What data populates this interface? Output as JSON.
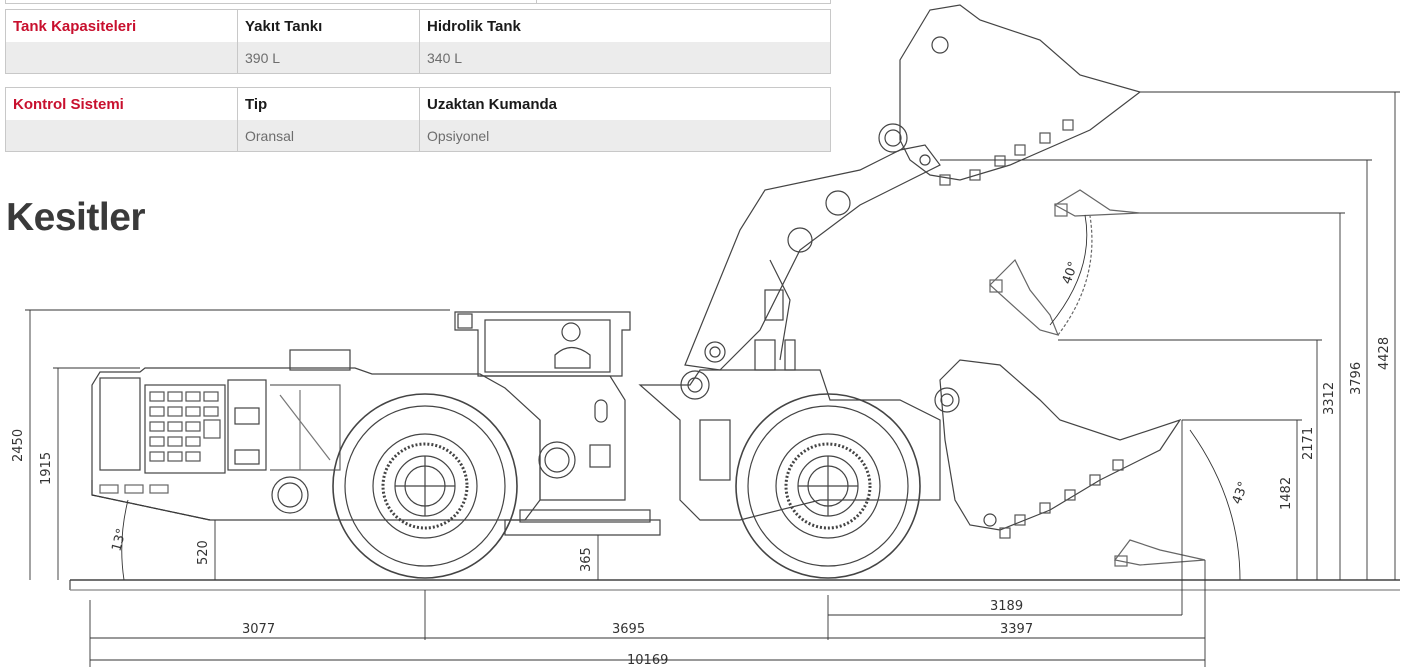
{
  "tables": [
    {
      "title": "Tank Kapasiteleri",
      "col1_header": "Yakıt Tankı",
      "col2_header": "Hidrolik Tank",
      "col1_value": "390 L",
      "col2_value": "340 L"
    },
    {
      "title": "Kontrol Sistemi",
      "col1_header": "Tip",
      "col2_header": "Uzaktan Kumanda",
      "col1_value": "Oransal",
      "col2_value": "Opsiyonel"
    }
  ],
  "section_title": "Kesitler",
  "dimensions": {
    "height_total": "2450",
    "height_cab": "1915",
    "ground_clearance_rear": "520",
    "ground_clearance_mid": "365",
    "rear_angle": "13°",
    "length_rear": "3077",
    "wheelbase": "3695",
    "length_front": "3397",
    "reach": "3189",
    "length_overall": "10169",
    "dump_height_high": "4428",
    "bucket_pin_height": "3796",
    "lift_height": "3312",
    "dump_clearance": "2171",
    "dump_reach_height": "1482",
    "dump_angle": "40°",
    "rollback_angle": "43°"
  },
  "colors": {
    "accent": "#c8102e",
    "line": "#444444",
    "row_shade": "#ececec"
  }
}
